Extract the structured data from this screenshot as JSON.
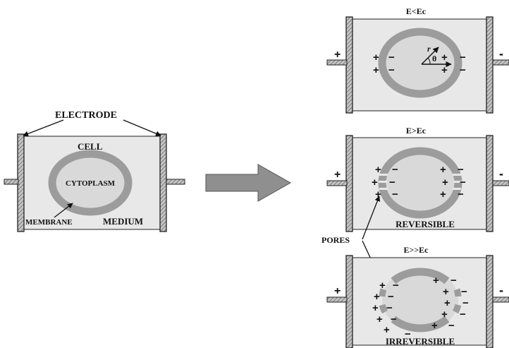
{
  "colors": {
    "medium": "#e8e8e8",
    "membrane": "#9c9c9c",
    "cytoplasm": "#d9d9d9",
    "electrode": "#b5b5b5",
    "arrow_fill": "#8f8f8f",
    "ink": "#111111"
  },
  "left_cell": {
    "electrode_label": "ELECTRODE",
    "cell_label": "CELL",
    "cytoplasm_label": "CYTOPLASM",
    "membrane_label": "MEMBRANE",
    "medium_label": "MEDIUM"
  },
  "panels": {
    "top": {
      "title": "E<Ec",
      "terminal_plus": "+",
      "terminal_minus": "-",
      "radius_symbol": "r",
      "theta_symbol": "θ"
    },
    "middle": {
      "title": "E>Ec",
      "terminal_plus": "+",
      "terminal_minus": "-",
      "caption": "REVERSIBLE"
    },
    "bottom": {
      "title": "E>>Ec",
      "terminal_plus": "+",
      "terminal_minus": "-",
      "caption": "IRREVERSIBLE"
    }
  },
  "pores_label": "PORES",
  "charges": {
    "plus": "+",
    "minus": "−"
  }
}
